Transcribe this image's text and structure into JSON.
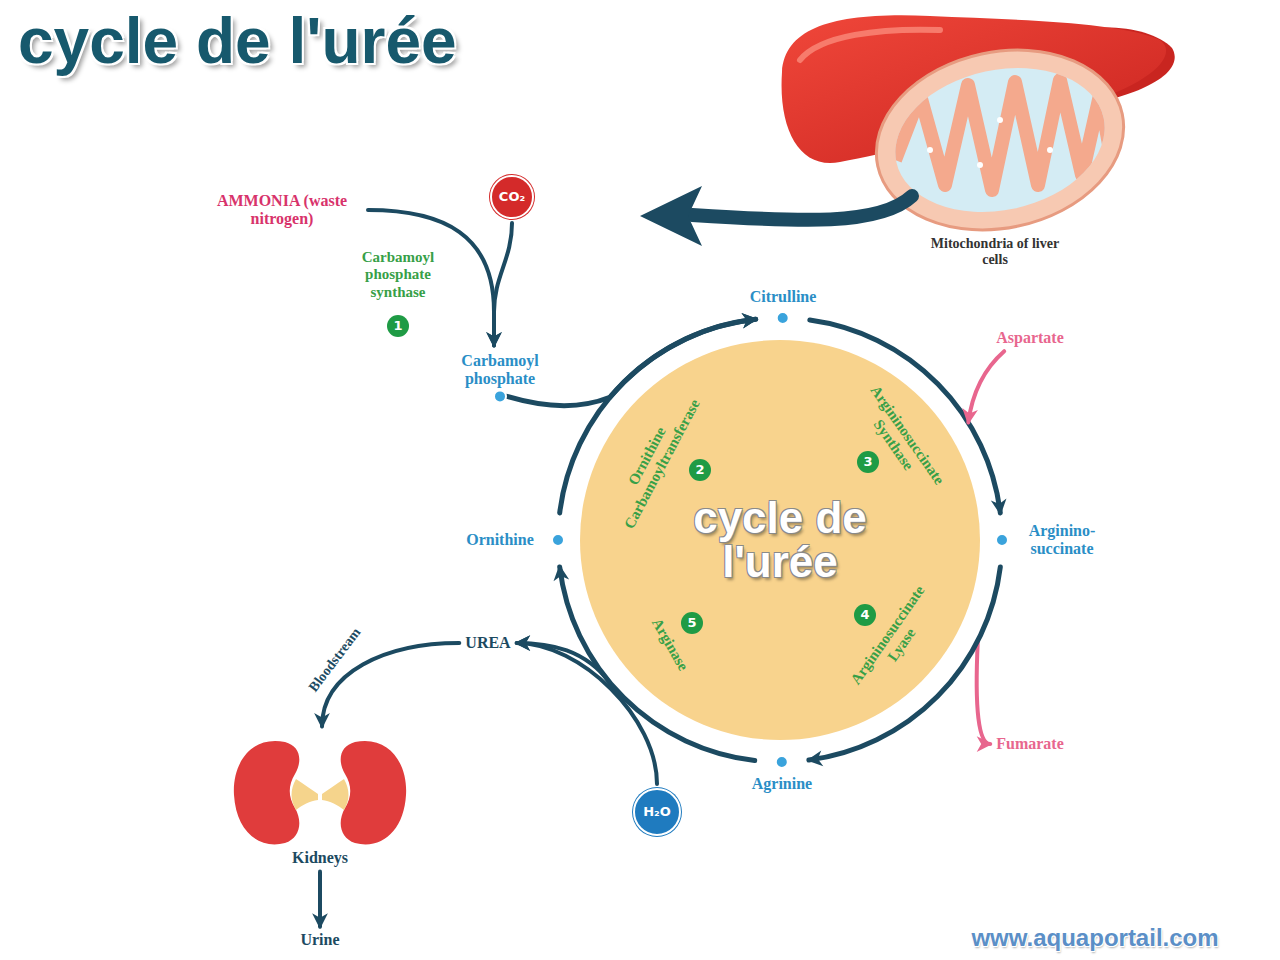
{
  "diagram": {
    "title": "cycle de l'urée",
    "nodes": [
      {
        "text": [
          "AMMONIA (waste nitrogen)"
        ]
      },
      {
        "text": [
          "CO₂"
        ]
      },
      {
        "text": [
          "Carbamoyl phosphate"
        ]
      },
      {
        "text": [
          "Citrulline"
        ]
      },
      {
        "text": [
          "Aspartate"
        ]
      },
      {
        "text": [
          "Arginino- succinate"
        ]
      },
      {
        "text": [
          "Fumarate"
        ]
      },
      {
        "text": [
          "Agrinine"
        ]
      },
      {
        "text": [
          "H₂O"
        ]
      },
      {
        "text": [
          "UREA"
        ]
      },
      {
        "text": [
          "Ornithine"
        ]
      },
      {
        "text": [
          "cycle de l'urée"
        ]
      },
      {
        "text": [
          "Kidneys"
        ]
      },
      {
        "text": [
          "Urine"
        ]
      }
    ],
    "edges": [
      {
        "from": 0,
        "to": 2,
        "arrow": "to"
      },
      {
        "from": 1,
        "to": 2,
        "arrow": "to"
      },
      {
        "from": 2,
        "to": 3,
        "arrow": "to"
      },
      {
        "from": 10,
        "to": 3,
        "arrow": "to"
      },
      {
        "from": 3,
        "to": 5,
        "arrow": "to"
      },
      {
        "from": 4,
        "to": 5,
        "arrow": "to"
      },
      {
        "from": 5,
        "to": 6,
        "arrow": "to"
      },
      {
        "from": 5,
        "to": 7,
        "arrow": "to"
      },
      {
        "from": 7,
        "to": 10,
        "arrow": "to"
      },
      {
        "from": 7,
        "to": 9,
        "arrow": "to"
      },
      {
        "from": 8,
        "to": 9,
        "arrow": "to"
      },
      {
        "from": 9,
        "to": 12,
        "label": "Bloodstream",
        "arrow": "to"
      },
      {
        "from": 12,
        "to": 13,
        "arrow": "to"
      }
    ],
    "labels": [
      "Mitochondria of liver cells",
      "Carbamoyl phosphate synthase",
      "1",
      "Ornithine Carbamoyltransferase",
      "2",
      "Argininosuccinate Synthase",
      "3",
      "Argininosuccinate Lyase",
      "4",
      "Arginase",
      "5",
      "www.aquaportail.com"
    ]
  }
}
